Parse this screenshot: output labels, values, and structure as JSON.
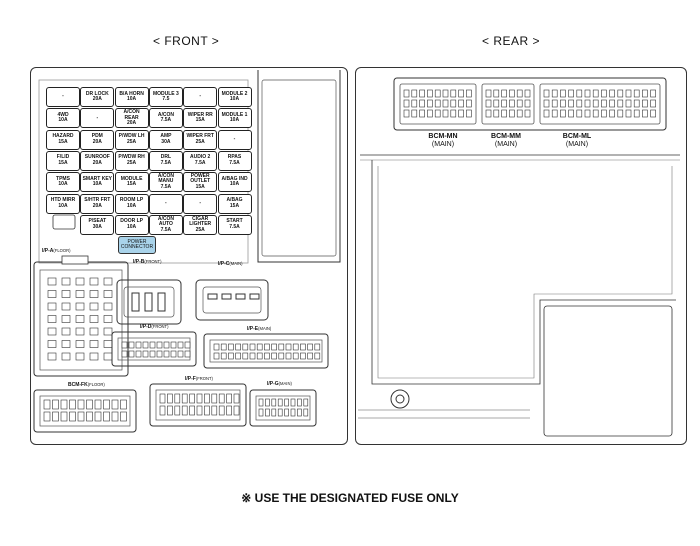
{
  "headers": {
    "front": "< FRONT >",
    "rear": "< REAR >"
  },
  "fuses": [
    [
      "-",
      "DR LOCK\n20A",
      "B/A HORN\n10A",
      "MODULE 3\n7.5",
      "-",
      "MODULE 2\n10A"
    ],
    [
      "4WD\n10A",
      "-",
      "A/CON\nREAR\n20A",
      "A/CON\n7.5A",
      "WIPER RR\n15A",
      "MODULE 1\n10A"
    ],
    [
      "HAZARD\n15A",
      "PDM\n20A",
      "P/WDW LH\n25A",
      "AMP\n30A",
      "WIPER FRT\n25A",
      "-"
    ],
    [
      "F/LID\n15A",
      "SUNROOF\n20A",
      "P/WDW RH\n25A",
      "DRL\n7.5A",
      "AUDIO 2\n7.5A",
      "RPAS\n7.5A"
    ],
    [
      "TPMS\n10A",
      "SMART KEY\n10A",
      "MODULE\n15A",
      "A/CON\nMANU\n7.5A",
      "POWER\nOUTLET\n15A",
      "A/BAG IND\n10A"
    ],
    [
      "HTD MIRR\n10A",
      "S/HTR FRT\n20A",
      "ROOM LP\n10A",
      "-",
      "-",
      "A/BAG\n15A"
    ],
    [
      "",
      "P/SEAT\n30A",
      "DOOR LP\n10A",
      "A/CON\nAUTO\n7.5A",
      "CIGAR\nLIGHTER\n25A",
      "START\n7.5A"
    ]
  ],
  "power_connector": "POWER\nCONNECTOR",
  "connectors": {
    "ip_a": {
      "name": "I/P-A",
      "loc": "(FLOOR)"
    },
    "ip_b": {
      "name": "I/P-B",
      "loc": "(FRONT)"
    },
    "ip_c": {
      "name": "I/P-C",
      "loc": "(MAIN)"
    },
    "ip_d": {
      "name": "I/P-D",
      "loc": "(FRONT)"
    },
    "ip_e": {
      "name": "I/P-E",
      "loc": "(MAIN)"
    },
    "bcm_fk": {
      "name": "BCM-FK",
      "loc": "(FLOOR)"
    },
    "ip_f": {
      "name": "I/P-F",
      "loc": "(FRONT)"
    },
    "ip_g": {
      "name": "I/P-G",
      "loc": "(MAIN)"
    }
  },
  "bcm": [
    {
      "name": "BCM-MN",
      "sub": "(MAIN)"
    },
    {
      "name": "BCM-MM",
      "sub": "(MAIN)"
    },
    {
      "name": "BCM-ML",
      "sub": "(MAIN)"
    }
  ],
  "notice": "※ USE THE DESIGNATED FUSE ONLY"
}
